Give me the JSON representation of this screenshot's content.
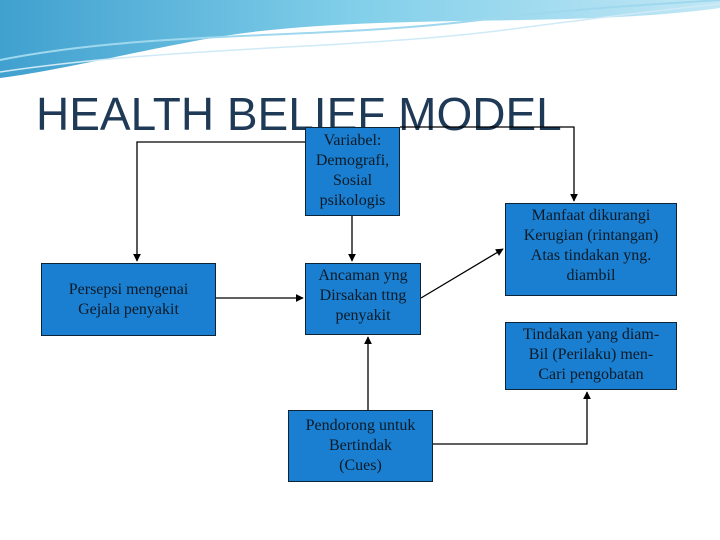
{
  "slide": {
    "title": "HEALTH BELIEF MODEL"
  },
  "boxes": {
    "variabel": [
      "Variabel:",
      "Demografi,",
      "Sosial",
      "psikologis"
    ],
    "persepsi": [
      "Persepsi mengenai",
      "Gejala penyakit"
    ],
    "ancaman": [
      "Ancaman yng",
      "Dirsakan ttng",
      "penyakit"
    ],
    "pendorong": [
      "Pendorong untuk",
      "Bertindak",
      "(Cues)"
    ],
    "manfaat": [
      "Manfaat dikurangi",
      "Kerugian (rintangan)",
      "Atas tindakan yng.",
      "diambil"
    ],
    "tindakan": [
      "Tindakan yang diam-",
      "Bil (Perilaku) men-",
      "Cari pengobatan"
    ]
  },
  "connectors": [
    {
      "from": "variabel",
      "to": "persepsi"
    },
    {
      "from": "variabel",
      "to": "ancaman"
    },
    {
      "from": "variabel",
      "to": "manfaat"
    },
    {
      "from": "persepsi",
      "to": "ancaman"
    },
    {
      "from": "pendorong",
      "to": "ancaman"
    },
    {
      "from": "ancaman",
      "to": "manfaat"
    },
    {
      "from": "pendorong",
      "to": "tindakan"
    }
  ],
  "colors": {
    "box_fill": "#1a7fd1",
    "box_border": "#0d2436",
    "title": "#1f3a56",
    "line": "#000000",
    "header_wave": "#5ab8dc"
  }
}
